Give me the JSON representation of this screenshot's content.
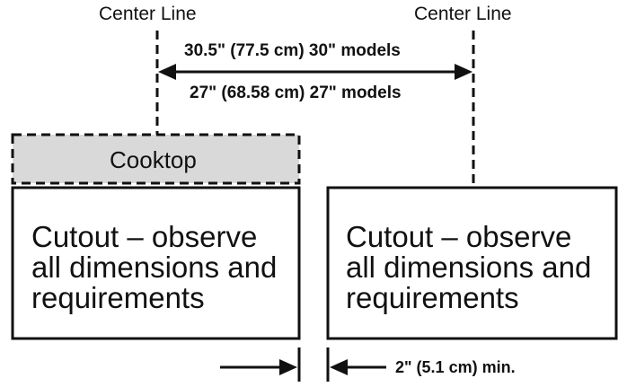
{
  "labels": {
    "center_line_left": "Center Line",
    "center_line_right": "Center Line",
    "dim_30": "30.5\" (77.5 cm) 30\" models",
    "dim_27": "27\" (68.58 cm) 27\" models",
    "cooktop": "Cooktop",
    "cutout_left": [
      "Cutout – observe",
      "all dimensions and",
      "requirements"
    ],
    "cutout_right": [
      "Cutout – observe",
      "all dimensions and",
      "requirements"
    ],
    "gap_min": "2\" (5.1 cm) min."
  },
  "colors": {
    "line": "#111111",
    "cooktop_fill": "#d9d9d9",
    "background": "#ffffff"
  }
}
